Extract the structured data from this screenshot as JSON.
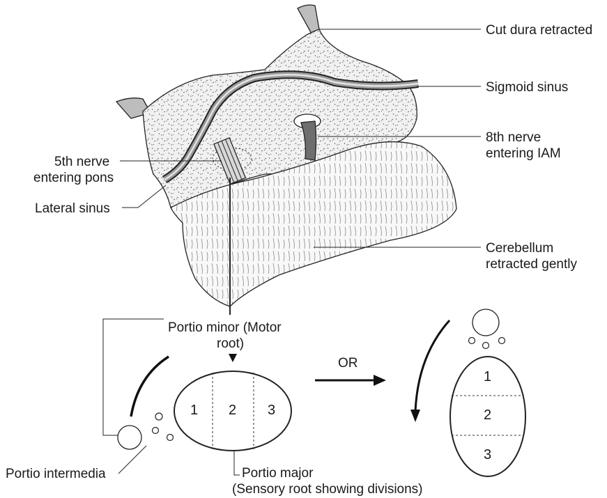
{
  "labels": {
    "cut_dura": "Cut dura retracted",
    "sigmoid_sinus": "Sigmoid sinus",
    "fifth_nerve_line1": "5th nerve",
    "fifth_nerve_line2": "entering pons",
    "eighth_nerve_line1": "8th nerve",
    "eighth_nerve_line2": "entering IAM",
    "lateral_sinus": "Lateral sinus",
    "cerebellum_line1": "Cerebellum",
    "cerebellum_line2": "retracted gently",
    "portio_minor_line1": "Portio minor (Motor",
    "portio_minor_line2": "root)",
    "or": "OR",
    "portio_intermedia": "Portio intermedia",
    "portio_major_line1": "Portio major",
    "portio_major_line2": "(Sensory root showing divisions)"
  },
  "divisions_horizontal": [
    "1",
    "2",
    "3"
  ],
  "divisions_vertical": [
    "1",
    "2",
    "3"
  ]
}
